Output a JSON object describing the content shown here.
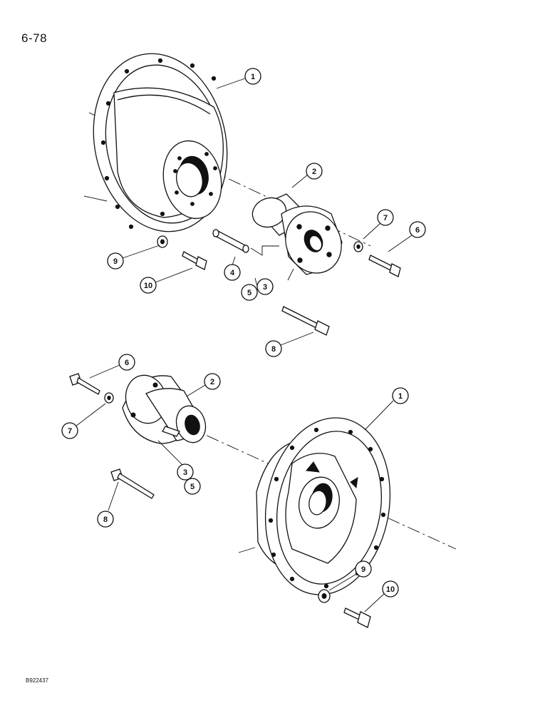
{
  "page_number": "6-78",
  "figure_code": "B922437",
  "callouts": {
    "top": {
      "c1": "1",
      "c2": "2",
      "c3": "3",
      "c4": "4",
      "c5": "5",
      "c6": "6",
      "c7": "7",
      "c8": "8",
      "c9": "9",
      "c10": "10"
    },
    "bottom": {
      "c1": "1",
      "c2": "2",
      "c3": "3",
      "c5": "5",
      "c6": "6",
      "c7": "7",
      "c8": "8",
      "c9": "9",
      "c10": "10"
    }
  }
}
